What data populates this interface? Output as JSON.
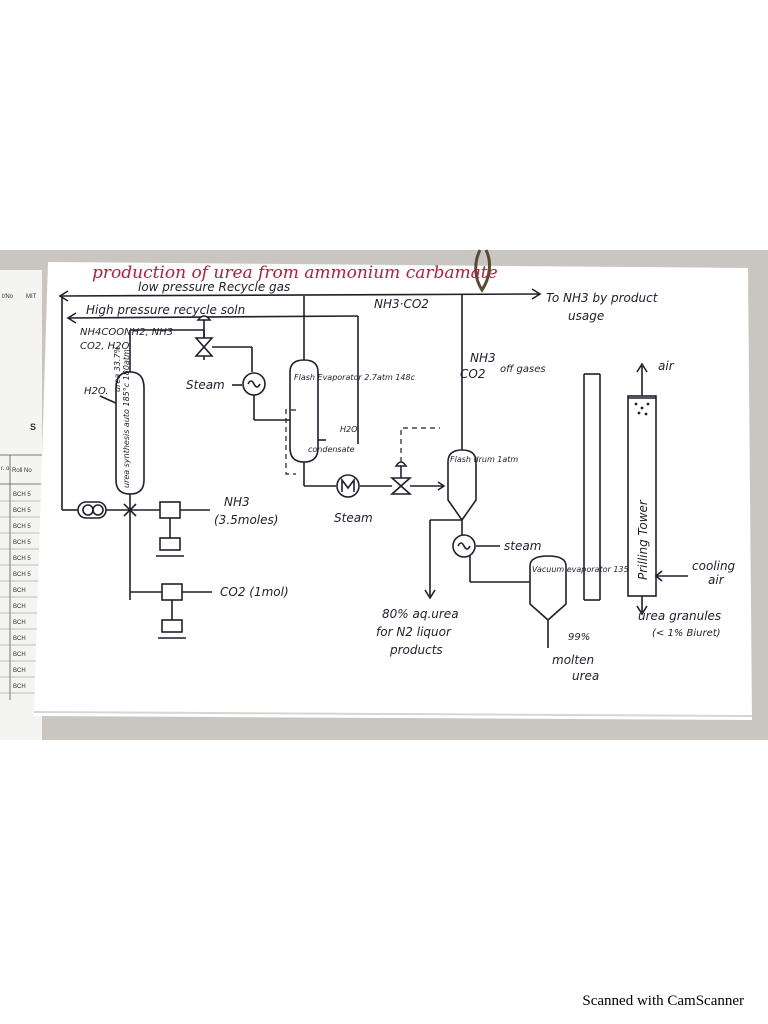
{
  "diagram": {
    "title": "production of urea from ammonium carbamate",
    "top_line_label": "low pressure Recycle gas",
    "hp_recycle_label": "High pressure recycle soln",
    "feed_composition": "NH4COONH2, NH3",
    "feed_composition2": "CO2, H2O.",
    "nh3co2_label": "NH3·CO2",
    "to_nh3_label": "To NH3 by product",
    "to_nh3_label2": "usage",
    "h2o_label": "H2O.",
    "reactor_label": "urea synthesis auto 185°c 180atm",
    "reactor_urea": "urea 33.7%",
    "steam_label_1": "Steam",
    "flash_evap_label": "Flash Evaporator 2.7atm 148c",
    "h2o_cond": "H2O",
    "condensate": "condensate",
    "steam_label_2": "Steam",
    "offgas_nh3": "NH3",
    "offgas_co2": "CO2",
    "offgas_label": "off gases",
    "flash_drum_label": "Flash drum 1atm",
    "steam_label_3": "steam",
    "vacuum_evap_label": "Vacuum evaporator 135°c",
    "purity_99": "99%",
    "molten_urea_1": "molten",
    "molten_urea_2": "urea",
    "aq_urea_1": "80% aq.urea",
    "aq_urea_2": "for N2 liquor",
    "aq_urea_3": "products",
    "nh3_feed": "NH3",
    "nh3_moles": "(3.5moles)",
    "co2_feed": "CO2 (1mol)",
    "air_label": "air",
    "prilling_label": "Prilling Tower",
    "cooling_1": "cooling",
    "cooling_2": "air",
    "granules_1": "urea granules",
    "granules_2": "(< 1% Biuret)"
  },
  "side_sheet": {
    "header_1": "t/No",
    "header_2": "MIT",
    "col_1": "r. o.",
    "col_2": "Roll No",
    "letter": "S",
    "rows": [
      "BCH 5",
      "BCH 5",
      "BCH 5",
      "BCH 5",
      "BCH 5",
      "BCH 5",
      "BCH",
      "BCH",
      "BCH",
      "BCH",
      "BCH",
      "BCH",
      "BCH"
    ]
  },
  "watermark": "Scanned with CamScanner"
}
